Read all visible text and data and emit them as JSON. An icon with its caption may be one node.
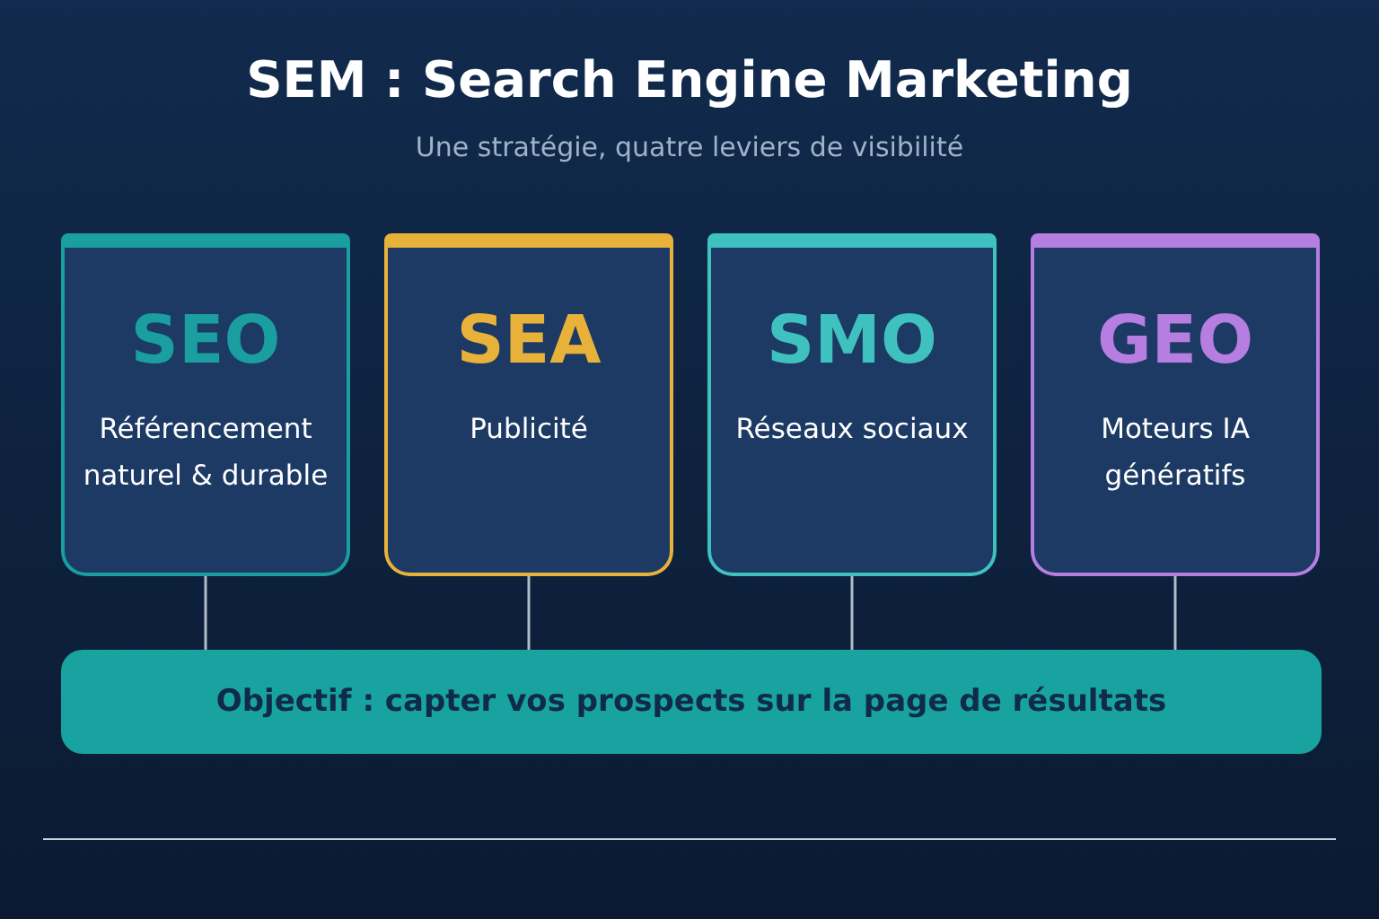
{
  "diagram": {
    "title": "SEM : Search Engine Marketing",
    "caption": "Une stratégie, quatre leviers de visibilité",
    "nodes": [
      {
        "text": [
          "SEO",
          "Référencement naturel & durable"
        ]
      },
      {
        "text": [
          "SEA",
          "Publicité"
        ]
      },
      {
        "text": [
          "SMO",
          "Réseaux sociaux"
        ]
      },
      {
        "text": [
          "GEO",
          "Moteurs IA génératifs"
        ]
      },
      {
        "text": [
          "Objectif : capter vos prospects sur la page de résultats"
        ]
      }
    ],
    "edges": [
      {
        "from": 0,
        "to": 4,
        "arrow": "none"
      },
      {
        "from": 1,
        "to": 4,
        "arrow": "none"
      },
      {
        "from": 2,
        "to": 4,
        "arrow": "none"
      },
      {
        "from": 3,
        "to": 4,
        "arrow": "none"
      }
    ]
  }
}
